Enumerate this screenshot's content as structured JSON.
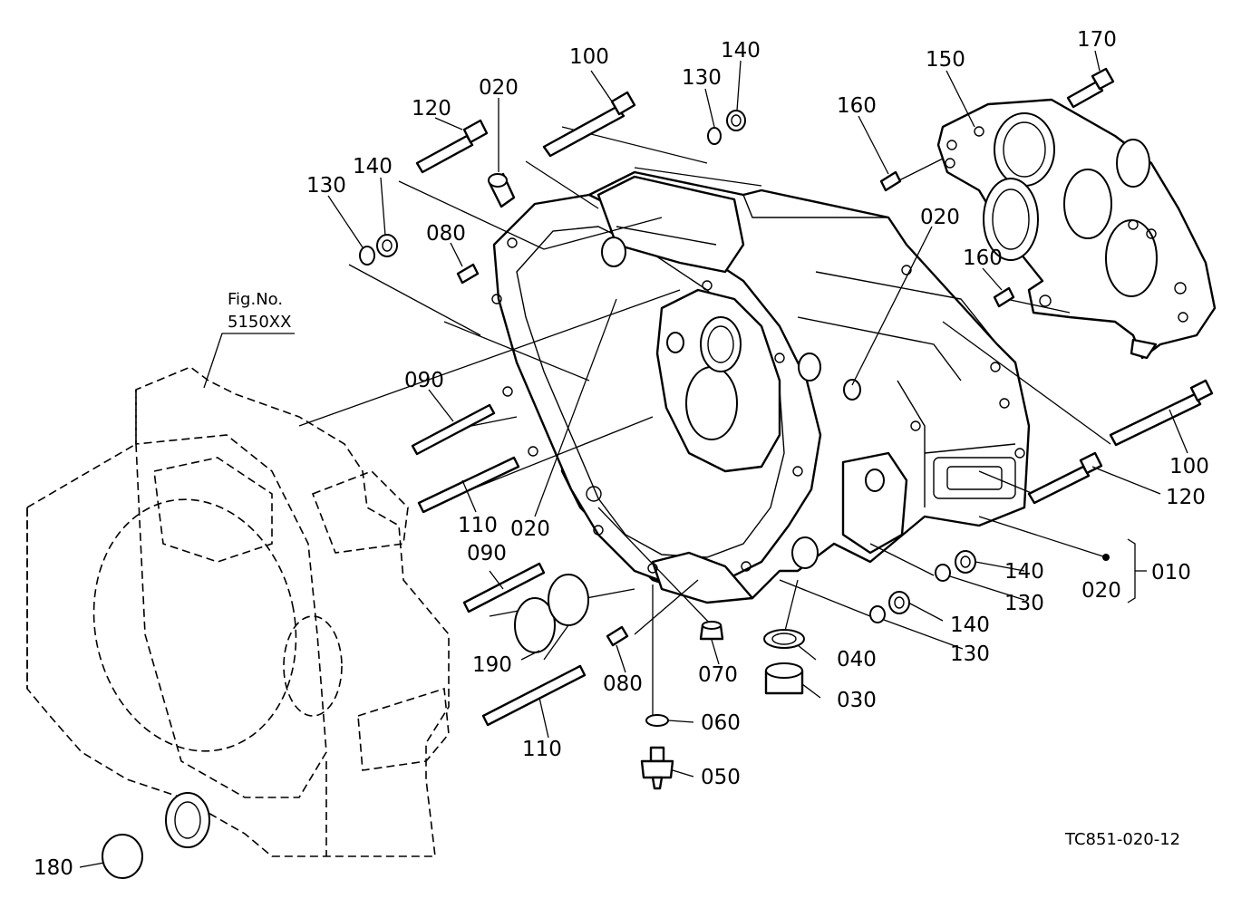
{
  "reference": {
    "fig_label": "Fig.No.",
    "fig_number": "5150XX"
  },
  "drawing_code": "TC851-020-12",
  "callouts": [
    {
      "id": "c1",
      "text": "100"
    },
    {
      "id": "c2",
      "text": "140"
    },
    {
      "id": "c3",
      "text": "130"
    },
    {
      "id": "c4",
      "text": "020"
    },
    {
      "id": "c5",
      "text": "120"
    },
    {
      "id": "c6",
      "text": "140"
    },
    {
      "id": "c7",
      "text": "130"
    },
    {
      "id": "c8",
      "text": "080"
    },
    {
      "id": "c9",
      "text": "170"
    },
    {
      "id": "c10",
      "text": "150"
    },
    {
      "id": "c11",
      "text": "160"
    },
    {
      "id": "c12",
      "text": "020"
    },
    {
      "id": "c13",
      "text": "160"
    },
    {
      "id": "c14",
      "text": "090"
    },
    {
      "id": "c15",
      "text": "110"
    },
    {
      "id": "c16",
      "text": "020"
    },
    {
      "id": "c17",
      "text": "090"
    },
    {
      "id": "c18",
      "text": "190"
    },
    {
      "id": "c19",
      "text": "080"
    },
    {
      "id": "c20",
      "text": "070"
    },
    {
      "id": "c21",
      "text": "040"
    },
    {
      "id": "c22",
      "text": "030"
    },
    {
      "id": "c23",
      "text": "060"
    },
    {
      "id": "c24",
      "text": "050"
    },
    {
      "id": "c25",
      "text": "110"
    },
    {
      "id": "c26",
      "text": "100"
    },
    {
      "id": "c27",
      "text": "120"
    },
    {
      "id": "c28",
      "text": "140"
    },
    {
      "id": "c29",
      "text": "130"
    },
    {
      "id": "c30",
      "text": "020"
    },
    {
      "id": "c31",
      "text": "010"
    },
    {
      "id": "c32",
      "text": "140"
    },
    {
      "id": "c33",
      "text": "130"
    },
    {
      "id": "c34",
      "text": "180"
    }
  ]
}
